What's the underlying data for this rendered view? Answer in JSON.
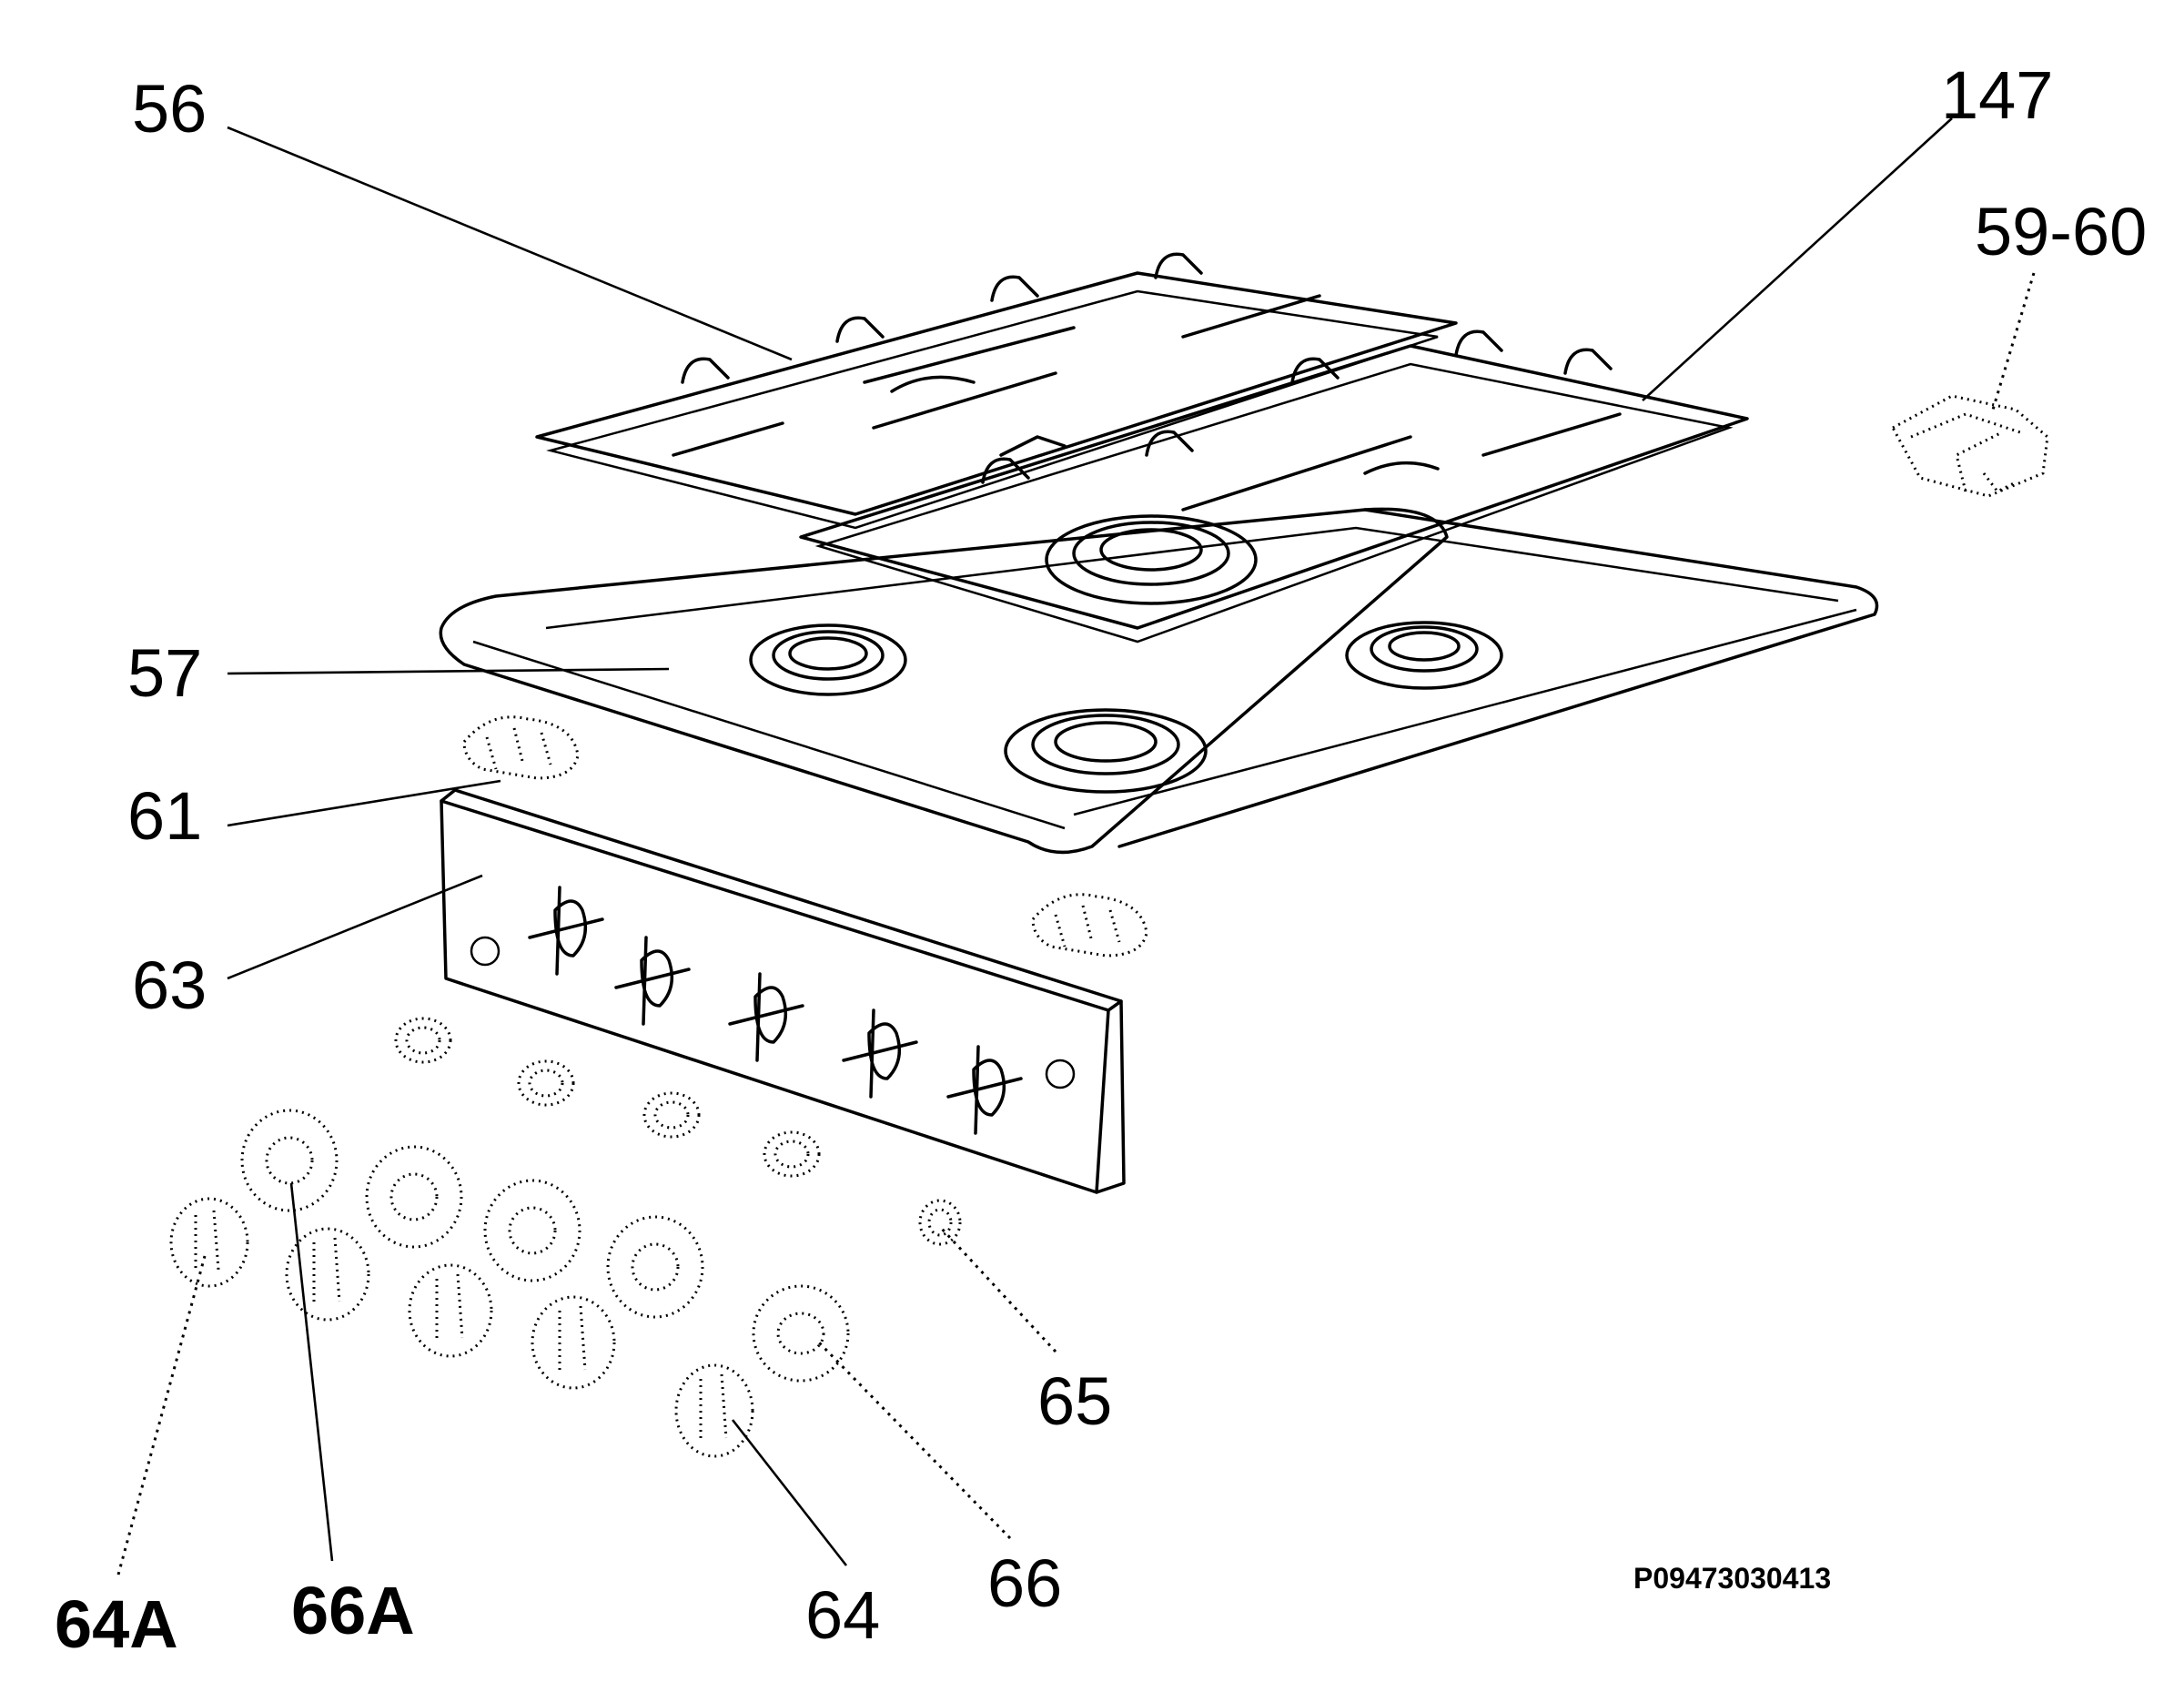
{
  "diagram": {
    "drawing_code": "P09473030413",
    "callouts": [
      {
        "id": "56",
        "text": "56"
      },
      {
        "id": "147",
        "text": "147"
      },
      {
        "id": "59-60",
        "text": "59-60"
      },
      {
        "id": "57",
        "text": "57"
      },
      {
        "id": "61",
        "text": "61"
      },
      {
        "id": "63",
        "text": "63"
      },
      {
        "id": "65",
        "text": "65"
      },
      {
        "id": "64A",
        "text": "64A"
      },
      {
        "id": "66A",
        "text": "66A"
      },
      {
        "id": "64",
        "text": "64"
      },
      {
        "id": "66",
        "text": "66"
      }
    ]
  }
}
